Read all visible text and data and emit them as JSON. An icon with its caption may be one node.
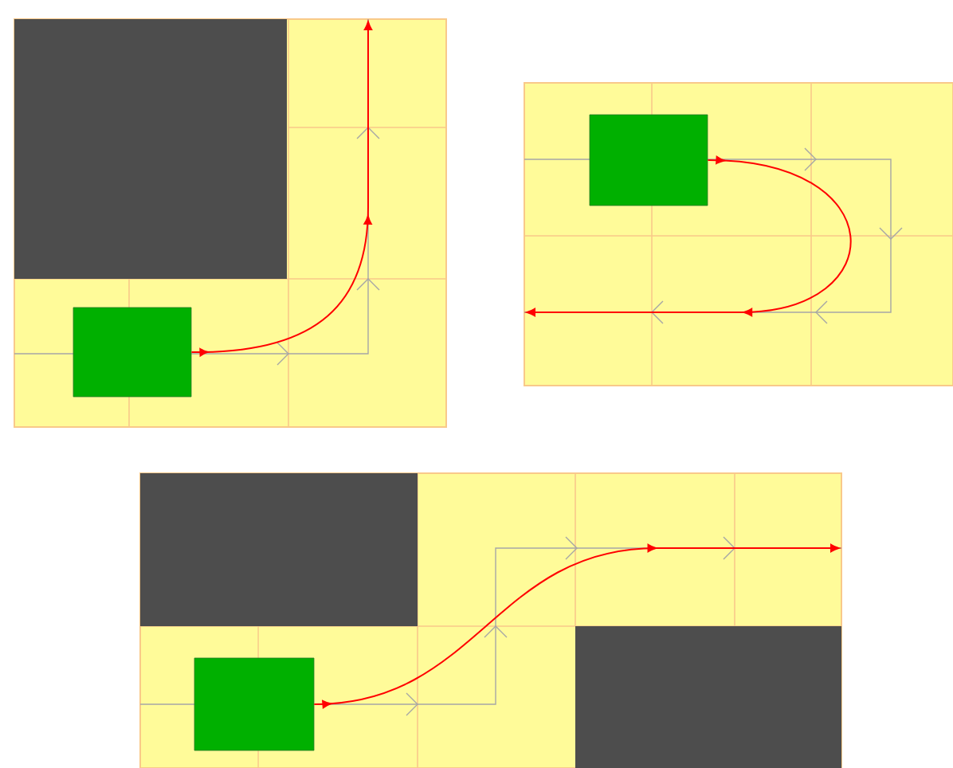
{
  "diagram": {
    "nodes": [
      {
        "text": [],
        "shape": "box"
      },
      {
        "text": [],
        "shape": "box"
      },
      {
        "text": [],
        "shape": "box"
      }
    ],
    "edges": [
      {
        "from": 0,
        "to": null,
        "arrow": "to"
      },
      {
        "from": 1,
        "to": null,
        "arrow": "to"
      },
      {
        "from": 2,
        "to": null,
        "arrow": "to"
      }
    ]
  }
}
